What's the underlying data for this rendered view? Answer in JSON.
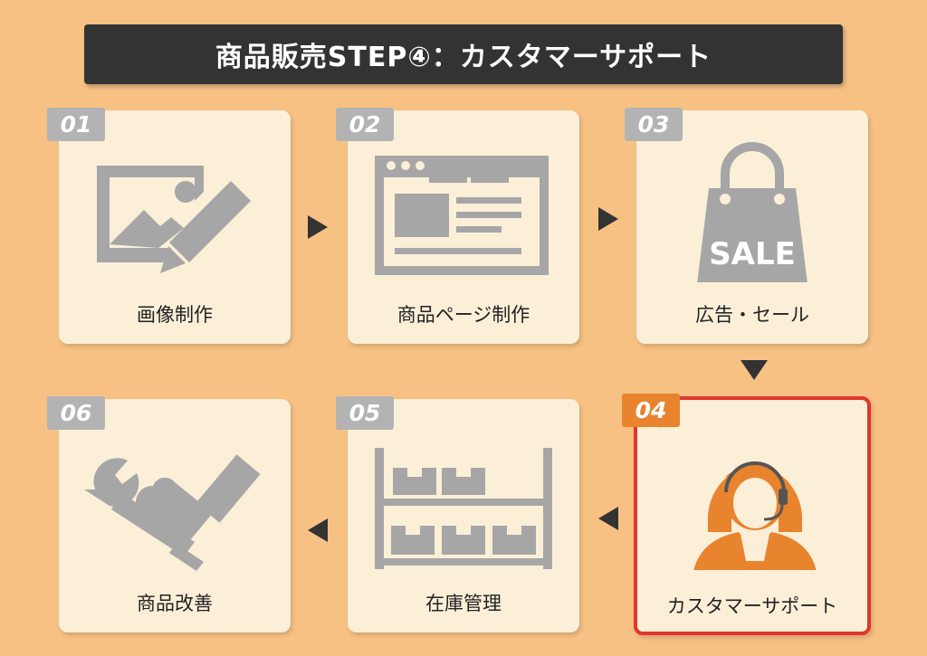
{
  "title": "商品販売STEP④：カスタマーサポート",
  "steps": [
    {
      "num": "01",
      "label": "画像制作",
      "icon": "image-edit-icon"
    },
    {
      "num": "02",
      "label": "商品ページ制作",
      "icon": "web-page-icon"
    },
    {
      "num": "03",
      "label": "広告・セール",
      "icon": "sale-bag-icon",
      "bag_text": "SALE"
    },
    {
      "num": "04",
      "label": "カスタマーサポート",
      "icon": "operator-icon"
    },
    {
      "num": "05",
      "label": "在庫管理",
      "icon": "warehouse-shelf-icon"
    },
    {
      "num": "06",
      "label": "商品改善",
      "icon": "wrench-hand-icon"
    }
  ],
  "colors": {
    "background": "#f7c184",
    "card": "#fbefd8",
    "icon_gray": "#a6a6a6",
    "active_accent": "#e8832e",
    "active_border": "#e0362c",
    "title_bar": "#333333"
  }
}
